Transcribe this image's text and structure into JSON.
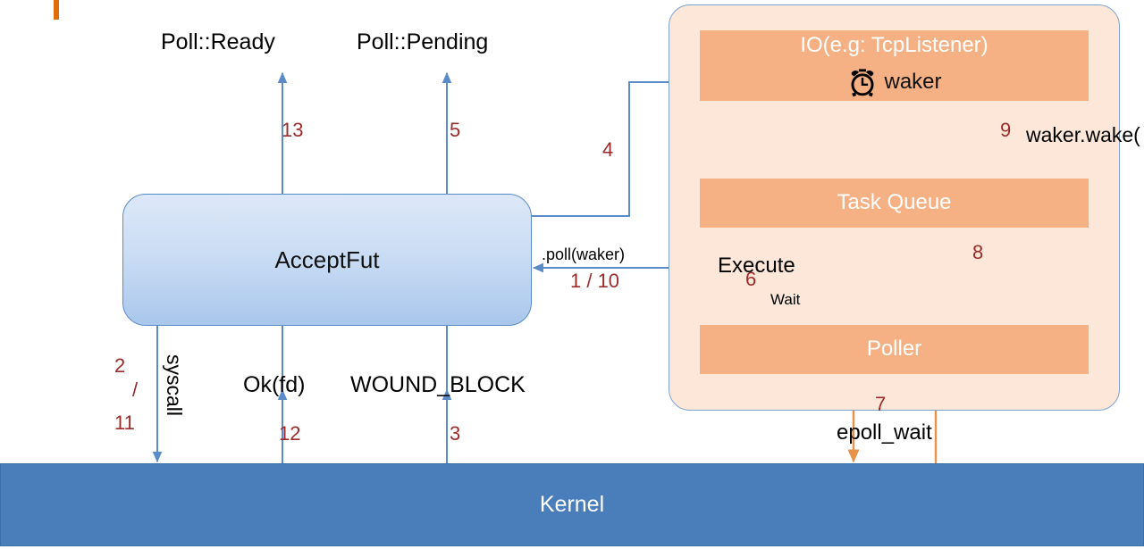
{
  "diagram": {
    "title": "Rust async accept flow with reactor / poller",
    "colors": {
      "accent_orange": "#E36C09",
      "panel_bg": "#FCE7D8",
      "panel_border": "#7FA3CE",
      "orange_box": "#F5B183",
      "kernel_blue": "#4A7EBB",
      "future_blue": "#CBDDF4",
      "arrow_blue": "#5B8CC8",
      "arrow_orange": "#E8924A",
      "step_number": "#9C2B2B"
    }
  },
  "blocks": {
    "acceptfut": "AcceptFut",
    "kernel": "Kernel",
    "io": {
      "title": "IO(e.g: TcpListener)",
      "waker_label": "waker",
      "waker_icon": "alarm-clock-icon"
    },
    "task_queue": "Task Queue",
    "poller": "Poller"
  },
  "labels": {
    "poll_ready": "Poll::Ready",
    "poll_pending": "Poll::Pending",
    "ok_fd": "Ok(fd)",
    "wound_block": "WOUND_BLOCK",
    "syscall": "syscall",
    "poll_waker": ".poll(waker)",
    "execute": "Execute",
    "wait": "Wait",
    "epoll_wait": "epoll_wait",
    "waker_wake": "waker.wake("
  },
  "steps": {
    "s1_10": "1 / 10",
    "s2": "2",
    "s2_slash": "/",
    "s11": "11",
    "s3": "3",
    "s4": "4",
    "s5": "5",
    "s6": "6",
    "s7": "7",
    "s8": "8",
    "s9": "9",
    "s12": "12",
    "s13": "13"
  }
}
